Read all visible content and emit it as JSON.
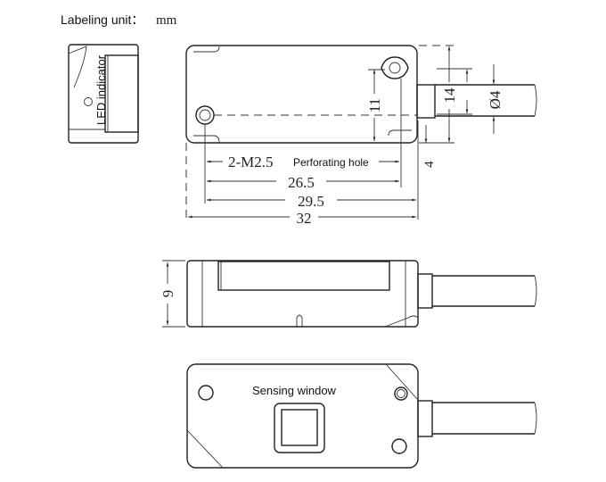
{
  "header": {
    "label": "Labeling unit：",
    "unit": "mm"
  },
  "labels": {
    "led": "LED indicator",
    "hole_prefix": "2-M2.5",
    "hole_text": "Perforating hole",
    "sensing_window": "Sensing window"
  },
  "dimensions": {
    "d26_5": "26.5",
    "d29_5": "29.5",
    "d32": "32",
    "d11": "11",
    "d14": "14",
    "d4_dia": "Ø4",
    "d4": "4",
    "d9": "9"
  }
}
